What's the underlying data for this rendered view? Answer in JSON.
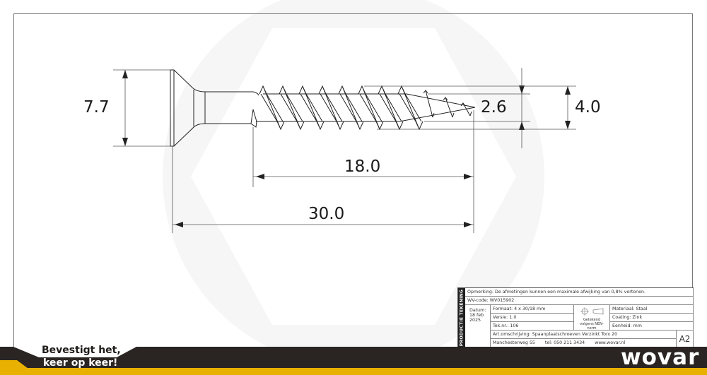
{
  "drawing": {
    "dimensions": {
      "head_diameter": "7.7",
      "thread_length": "18.0",
      "total_length": "30.0",
      "core_diameter": "2.6",
      "thread_diameter": "4.0"
    }
  },
  "title_block": {
    "side_label": "PRODUCTIE TEKENING",
    "remark": "Opmerking: De afmetingen kunnen een maximale afwijking van 0,8% vertonen.",
    "wv_code": "WV-code: WV015902",
    "date_label": "Datum:",
    "date_value": "18 feb 2025",
    "format": "Formaat: 4 x 30/18 mm",
    "version": "Versie: 1.0",
    "drawing_number": "Tek.nr.: 106",
    "norm_note": "Getekend volgens NEN-norm",
    "material": "Materiaal: Staal",
    "coating": "Coating: Zink",
    "unit": "Eenheid: mm",
    "article_description": "Art.omschrijving:  Spaanplaatschroeven Verzinkt Torx 20",
    "address": "Manchesterweg 55",
    "phone": "tel: 050 211 3434",
    "website": "www.wovar.nl",
    "sheet_size": "A2"
  },
  "footer": {
    "slogan_line1": "Bevestigt het,",
    "slogan_line2": "keer op keer!",
    "logo": "wovar",
    "colors": {
      "dark": "#2a2522",
      "accent": "#e8b100"
    }
  }
}
